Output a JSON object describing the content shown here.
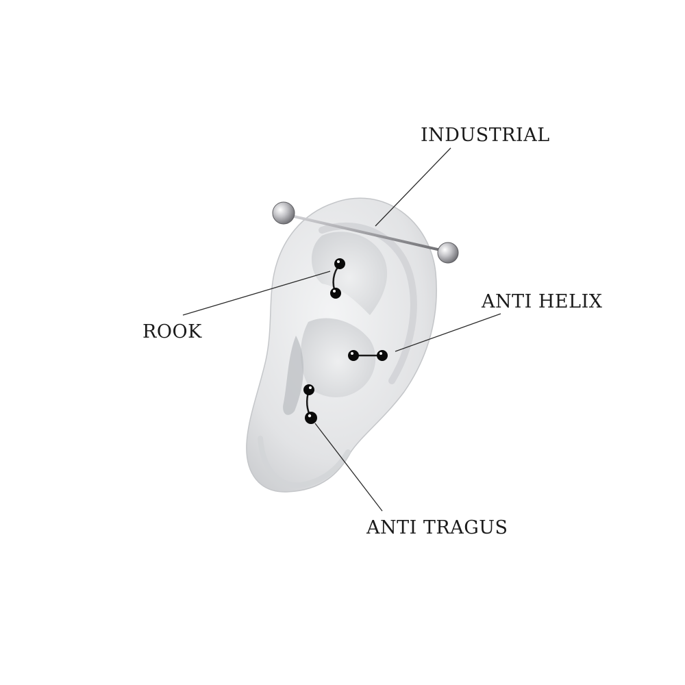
{
  "labels": {
    "industrial": "INDUSTRIAL",
    "rook": "ROOK",
    "anti_helix": "ANTI HELIX",
    "anti_tragus": "ANTI TRAGUS"
  },
  "colors": {
    "background": "#ffffff",
    "ear_skin": "#e4e5e7",
    "ear_shadow": "#c9cbce",
    "jewelry_black": "#0a0a0a",
    "jewelry_steel": "#b8b8bc",
    "leader_line": "#2a2a2a",
    "label_text": "#1a1a1a"
  }
}
